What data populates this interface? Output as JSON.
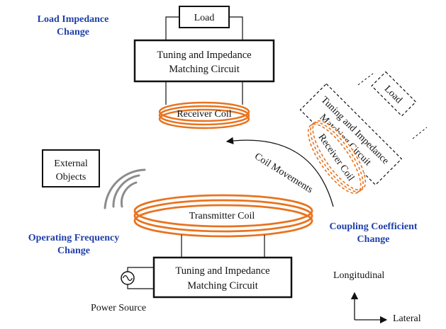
{
  "colors": {
    "coil": "#e8731f",
    "label_blue": "#1f3fa8",
    "line": "#111111",
    "wave": "#8c8c8c"
  },
  "labels": {
    "load_impedance": [
      "Load Impedance",
      "Change"
    ],
    "operating_frequency": [
      "Operating Frequency",
      "Change"
    ],
    "coupling_coefficient": [
      "Coupling Coefficient",
      "Change"
    ]
  },
  "receiver_side": {
    "load": "Load",
    "tuning": [
      "Tuning and Impedance",
      "Matching Circuit"
    ],
    "coil": "Receiver Coil"
  },
  "transmitter_side": {
    "coil": "Transmitter Coil",
    "tuning": [
      "Tuning and Impedance",
      "Matching Circuit"
    ],
    "power_source": "Power Source",
    "power_icon": "ac-source-icon"
  },
  "external_objects": [
    "External",
    "Objects"
  ],
  "moved_receiver": {
    "load": "Load",
    "tuning": [
      "Tuning and Impedance",
      "Matching Circuit"
    ],
    "coil": "Receiver Coil"
  },
  "coil_movements": "Coil Movements",
  "axes": {
    "longitudinal": "Longitudinal",
    "lateral": "Lateral"
  }
}
